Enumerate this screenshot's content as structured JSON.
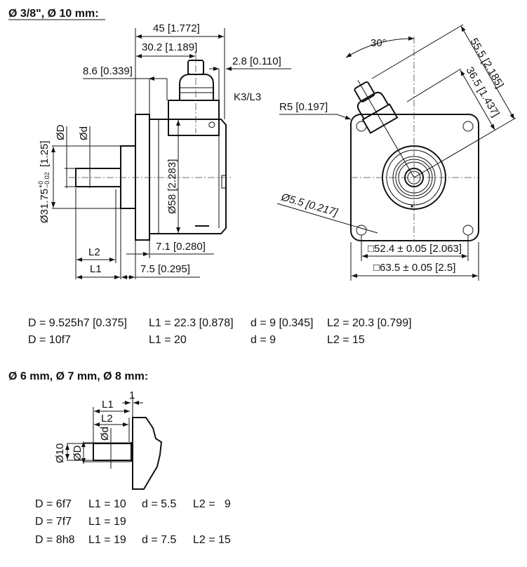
{
  "section1": {
    "title": "Ø 3/8\", Ø 10 mm:",
    "side_view": {
      "dim_45": "45 [1.772]",
      "dim_30_2": "30.2 [1.189]",
      "dim_8_6": "8.6 [0.339]",
      "dim_2_8": "2.8 [0.110]",
      "connector_label": "K3/L3",
      "dia_D": "ØD",
      "dia_d": "Ød",
      "dia_31_75": "Ø31.75",
      "tol_upper": "+0",
      "tol_lower": "−0.02",
      "dia_31_75_inch": "[1.25]",
      "dia_58": "Ø58 [2.283]",
      "L2": "L2",
      "L1": "L1",
      "dim_7_1": "7.1 [0.280]",
      "dim_7_5": "7.5 [0.295]"
    },
    "front_view": {
      "angle": "30°",
      "dim_55_5": "55.5 [2.185]",
      "dim_36_5": "36.5 [1.437]",
      "radius": "R5 [0.197]",
      "hole_dia": "Ø5.5 [0.217]",
      "square_52_4": "□52.4 ± 0.05 [2.063]",
      "square_63_5": "□63.5 ± 0.05 [2.5]"
    },
    "table": [
      [
        "D = 9.525h7 [0.375]",
        "L1 = 22.3 [0.878]",
        "d = 9 [0.345]",
        "L2 = 20.3 [0.799]"
      ],
      [
        "D = 10f7",
        "L1 = 20",
        "d = 9",
        "L2 = 15"
      ]
    ]
  },
  "section2": {
    "title": "Ø 6 mm, Ø 7 mm, Ø 8 mm:",
    "drawing": {
      "dim_1": "1",
      "L1": "L1",
      "L2": "L2",
      "dia_d": "Ød",
      "dia_10": "Ø10",
      "dia_D": "ØD"
    },
    "table": [
      [
        "D = 6f7",
        "L1 = 10",
        "d = 5.5",
        "L2 =   9"
      ],
      [
        "D = 7f7",
        "L1 = 19",
        "",
        ""
      ],
      [
        "D = 8h8",
        "L1 = 19",
        "d = 7.5",
        "L2 = 15"
      ]
    ]
  }
}
